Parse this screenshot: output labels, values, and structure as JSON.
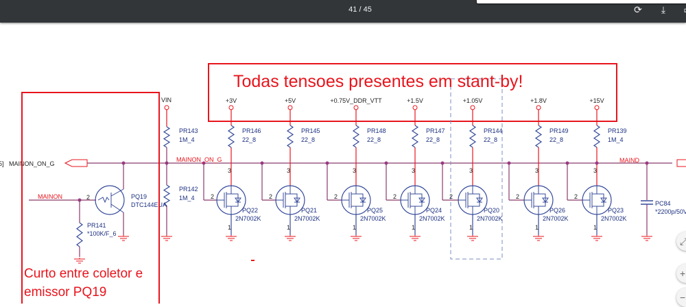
{
  "toolbar": {
    "page_indicator": "41 / 45",
    "icons": [
      "rotate-icon",
      "download-icon",
      "print-icon"
    ]
  },
  "annotations": {
    "top_note": "Todas tensoes presentes em stant-by!",
    "left_note_line1": "Curto entre coletor e",
    "left_note_line2": "emissor PQ19",
    "color": "#e8141c"
  },
  "schematic": {
    "left_connector_prefix": "5]",
    "net_mainon_on_g": "MAINON_ON_G",
    "net_mainon_on_g_bus": "MAINON_ON_G",
    "net_mainon": "MAINON",
    "net_maind": "MAIND",
    "vin": "VIN",
    "pr143": {
      "ref": "PR143",
      "value": "1M_4"
    },
    "pr142": {
      "ref": "PR142",
      "value": "1M_4"
    },
    "pr141": {
      "ref": "PR141",
      "value": "*100K/F_6"
    },
    "pq19": {
      "ref": "PQ19",
      "value": "DTC144EUA"
    },
    "pc84": {
      "ref": "PC84",
      "value": "*2200p/50V"
    },
    "pin_labels": {
      "gate": "2",
      "drain": "3",
      "source": "1"
    },
    "channels": [
      {
        "rail": "+3V",
        "res": "PR146",
        "res_value": "22_8",
        "fet": "PQ22",
        "fet_value": "2N7002K"
      },
      {
        "rail": "+5V",
        "res": "PR145",
        "res_value": "22_8",
        "fet": "PQ21",
        "fet_value": "2N7002K"
      },
      {
        "rail": "+0.75V_DDR_VTT",
        "res": "PR148",
        "res_value": "22_8",
        "fet": "PQ25",
        "fet_value": "2N7002K"
      },
      {
        "rail": "+1.5V",
        "res": "PR147",
        "res_value": "22_8",
        "fet": "PQ24",
        "fet_value": "2N7002K"
      },
      {
        "rail": "+1.05V",
        "res": "PR144",
        "res_value": "22_8",
        "fet": "PQ20",
        "fet_value": "2N7002K"
      },
      {
        "rail": "+1.8V",
        "res": "PR149",
        "res_value": "22_8",
        "fet": "PQ26",
        "fet_value": "2N7002K"
      },
      {
        "rail": "+15V",
        "res": "PR139",
        "res_value": "1M_4",
        "fet": "PQ23",
        "fet_value": "2N7002K"
      }
    ]
  },
  "viewer_controls": {
    "fit_icon": "fit-page-icon",
    "zoom_in": "+",
    "zoom_out": "−"
  }
}
